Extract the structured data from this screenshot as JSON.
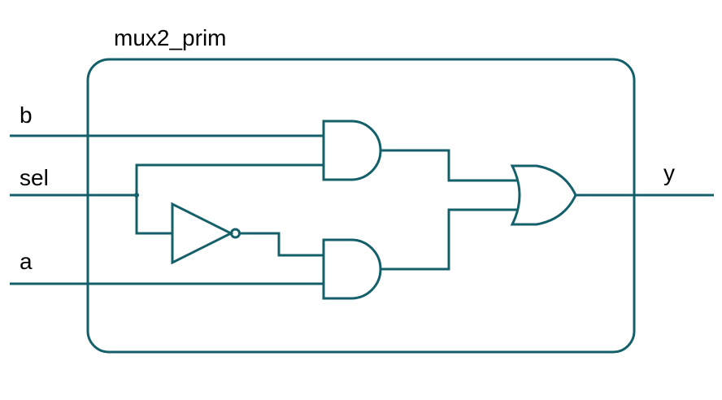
{
  "module": {
    "name": "mux2_prim"
  },
  "ports": {
    "b": "b",
    "sel": "sel",
    "a": "a",
    "y": "y"
  },
  "style": {
    "wire_color": "#14606a",
    "text_color": "#000000",
    "background": "#ffffff"
  },
  "gates": [
    {
      "type": "and",
      "inputs": [
        "b",
        "sel"
      ]
    },
    {
      "type": "not",
      "inputs": [
        "sel"
      ]
    },
    {
      "type": "and",
      "inputs": [
        "not(sel)",
        "a"
      ]
    },
    {
      "type": "or",
      "inputs": [
        "and_top",
        "and_bottom"
      ],
      "output": "y"
    }
  ]
}
